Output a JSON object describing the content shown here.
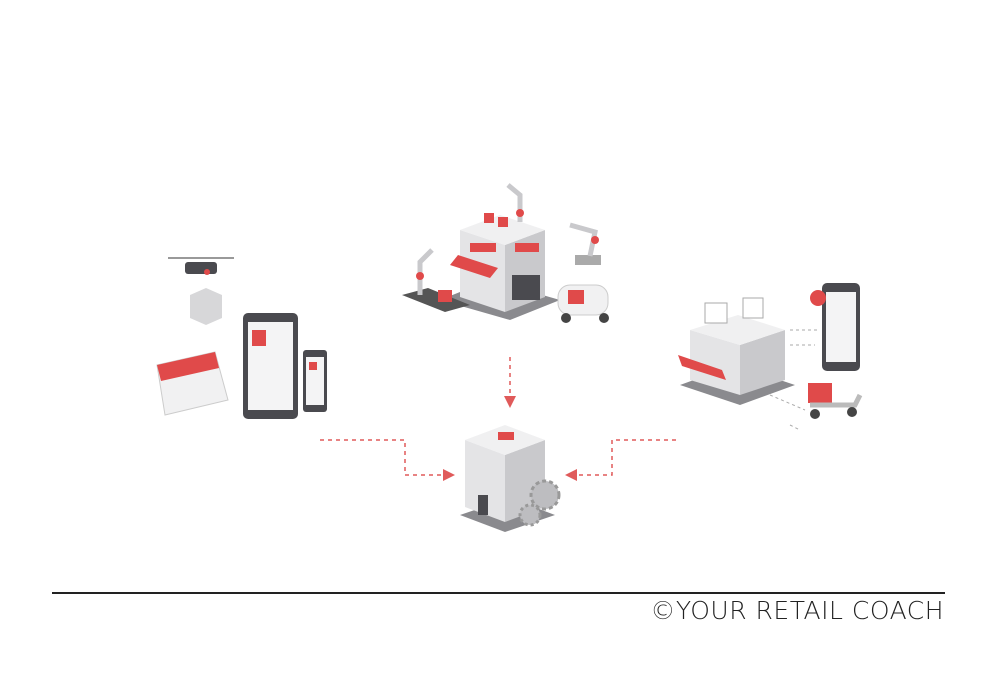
{
  "footer": {
    "copyright": "©YOUR RETAIL COACH"
  },
  "illustrations": [
    {
      "name": "automated-factory",
      "icon": "factory-robot-arms-icon"
    },
    {
      "name": "online-ordering",
      "icon": "drone-calendar-tablet-phone-icon"
    },
    {
      "name": "retail-store",
      "icon": "store-phone-scooter-icon"
    },
    {
      "name": "headquarters",
      "icon": "office-building-gears-icon"
    }
  ],
  "colors": {
    "accent": "#e04a4a",
    "gray": "#b9b9bb",
    "dark": "#4a4a4f",
    "arrow": "#e05a5a"
  }
}
